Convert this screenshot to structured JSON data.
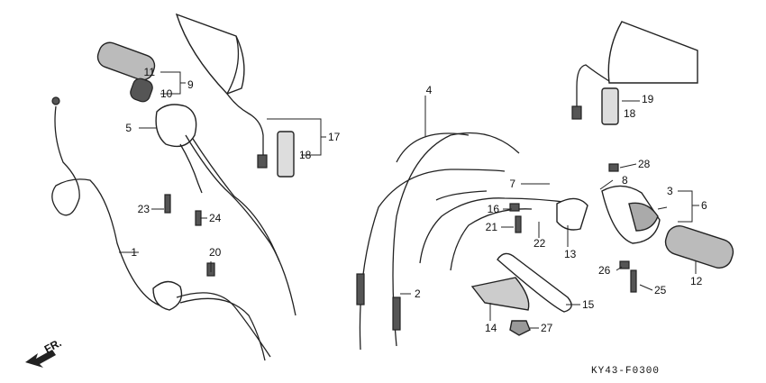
{
  "diagram": {
    "code": "KY43-F0300",
    "direction_label": "FR.",
    "callouts": {
      "c1": "1",
      "c2": "2",
      "c3": "3",
      "c4": "4",
      "c5": "5",
      "c6": "6",
      "c7": "7",
      "c8": "8",
      "c9": "9",
      "c10": "10",
      "c11": "11",
      "c12": "12",
      "c13": "13",
      "c14": "14",
      "c15": "15",
      "c16": "16",
      "c17": "17",
      "c18a": "18",
      "c18b": "18",
      "c19": "19",
      "c20": "20",
      "c21": "21",
      "c22": "22",
      "c23": "23",
      "c24": "24",
      "c25": "25",
      "c26": "26",
      "c27": "27",
      "c28": "28"
    }
  }
}
